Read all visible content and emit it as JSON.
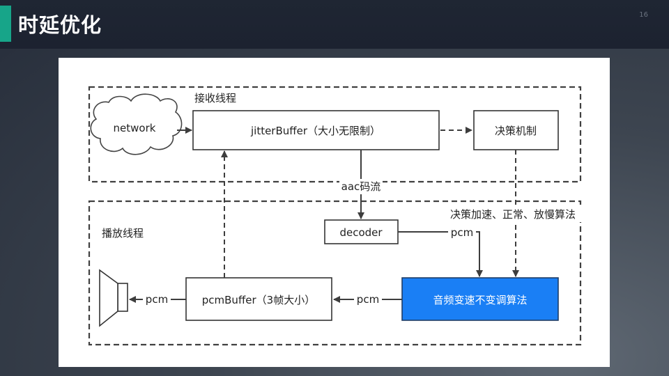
{
  "slide": {
    "title": "时延优化",
    "page_number": "16"
  },
  "diagram": {
    "receive_thread_label": "接收线程",
    "play_thread_label": "播放线程",
    "network_label": "network",
    "jitter_buffer_label": "jitterBuffer（大小无限制）",
    "decision_label": "决策机制",
    "aac_stream_label": "aac码流",
    "decision_note": "决策加速、正常、放慢算法",
    "decoder_label": "decoder",
    "pcm_decoder_label": "pcm",
    "algorithm_label": "音频变速不变调算法",
    "pcm_algorithm_label": "pcm",
    "pcm_buffer_label": "pcmBuffer（3帧大小）",
    "pcm_speaker_label": "pcm",
    "algorithm_color": "#1a7ff5"
  }
}
